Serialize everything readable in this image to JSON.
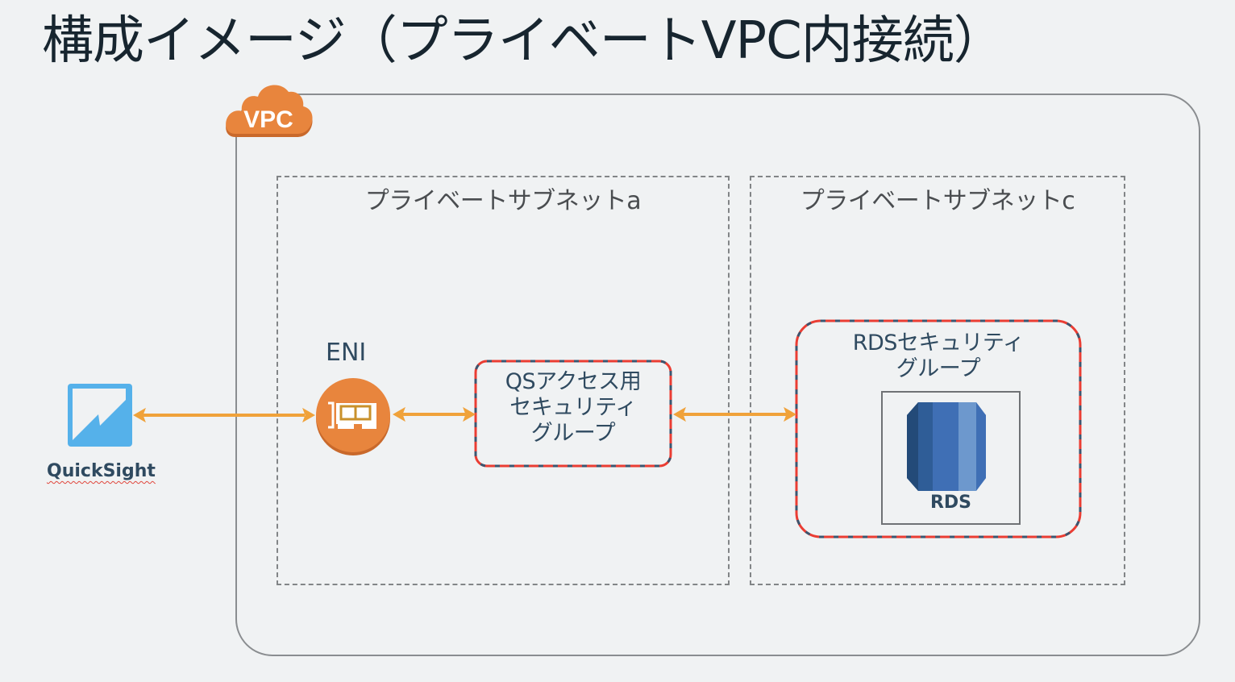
{
  "title": "構成イメージ（プライベートVPC内接続）",
  "vpc": {
    "label": "VPC",
    "color": "#e8853d"
  },
  "subnets": [
    {
      "label": "プライベートサブネットa"
    },
    {
      "label": "プライベートサブネットc"
    }
  ],
  "quicksight": {
    "label": "QuickSight",
    "color": "#55b1ea"
  },
  "eni": {
    "label": "ENI",
    "color": "#e8853d"
  },
  "security_groups": {
    "qs": {
      "lines": [
        "QSアクセス用",
        "セキュリティ",
        "グループ"
      ]
    },
    "rds": {
      "lines": [
        "RDSセキュリティ",
        "グループ"
      ]
    }
  },
  "rds": {
    "label": "RDS",
    "color": "#3f6fb5"
  },
  "colors": {
    "arrow": "#f0a23a",
    "sg_border_red": "#ea3d33",
    "sg_border_dash": "#3a5670"
  },
  "connections": [
    {
      "from": "QuickSight",
      "to": "ENI",
      "bidirectional": true
    },
    {
      "from": "ENI",
      "to": "QSアクセス用セキュリティグループ",
      "bidirectional": true
    },
    {
      "from": "QSアクセス用セキュリティグループ",
      "to": "RDSセキュリティグループ",
      "bidirectional": true
    }
  ]
}
